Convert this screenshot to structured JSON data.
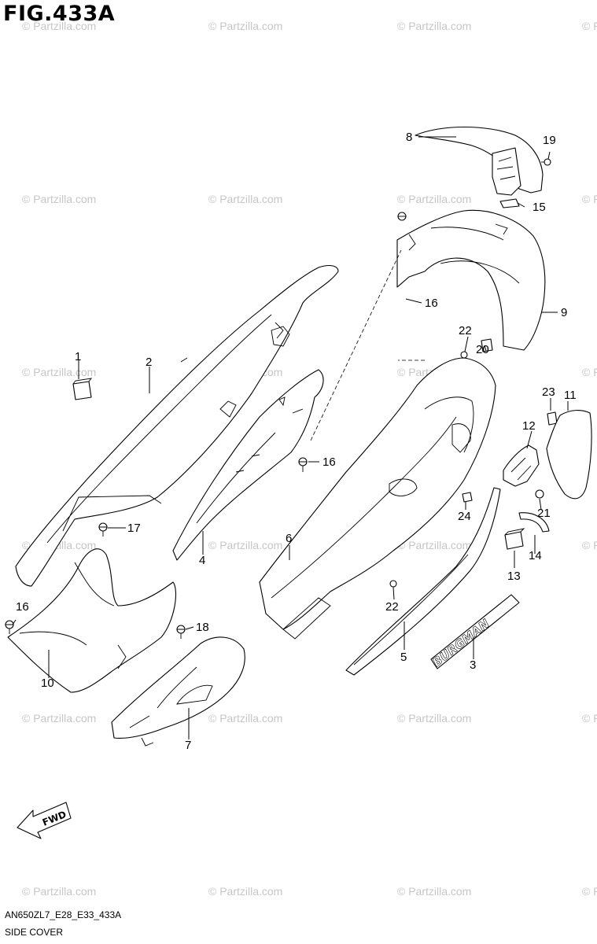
{
  "figure": {
    "title": "FIG.433A",
    "code": "AN650ZL7_E28_E33_433A",
    "name": "SIDE COVER"
  },
  "watermark": "© Partzilla.com",
  "fwd_label": "FWD",
  "emblem_text": "BURGMAN",
  "callouts": [
    "1",
    "2",
    "3",
    "4",
    "5",
    "6",
    "7",
    "8",
    "9",
    "10",
    "11",
    "12",
    "13",
    "14",
    "15",
    "16",
    "16",
    "16",
    "17",
    "18",
    "19",
    "20",
    "21",
    "22",
    "22",
    "23",
    "24"
  ]
}
